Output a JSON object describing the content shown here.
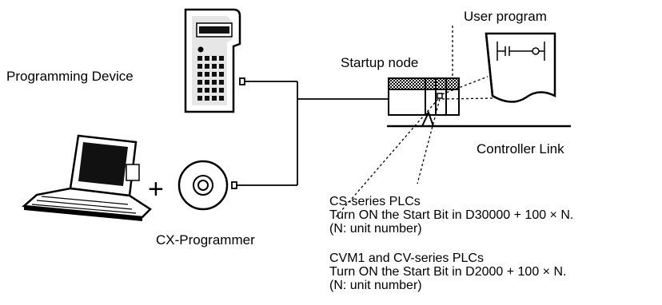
{
  "labels": {
    "programming_device": "Programming Device",
    "cx_programmer": "CX-Programmer",
    "user_program": "User program",
    "startup_node": "Startup node",
    "controller_link": "Controller Link",
    "plus": "+"
  },
  "notes": [
    {
      "series": "CS-series PLCs",
      "instruction": "Turn ON the Start Bit in D30000 + 100 × N.",
      "unit": "(N: unit number)"
    },
    {
      "series": "CVM1 and CV-series PLCs",
      "instruction": "Turn ON the Start Bit in D2000 + 100 × N.",
      "unit": "(N: unit number)"
    }
  ]
}
